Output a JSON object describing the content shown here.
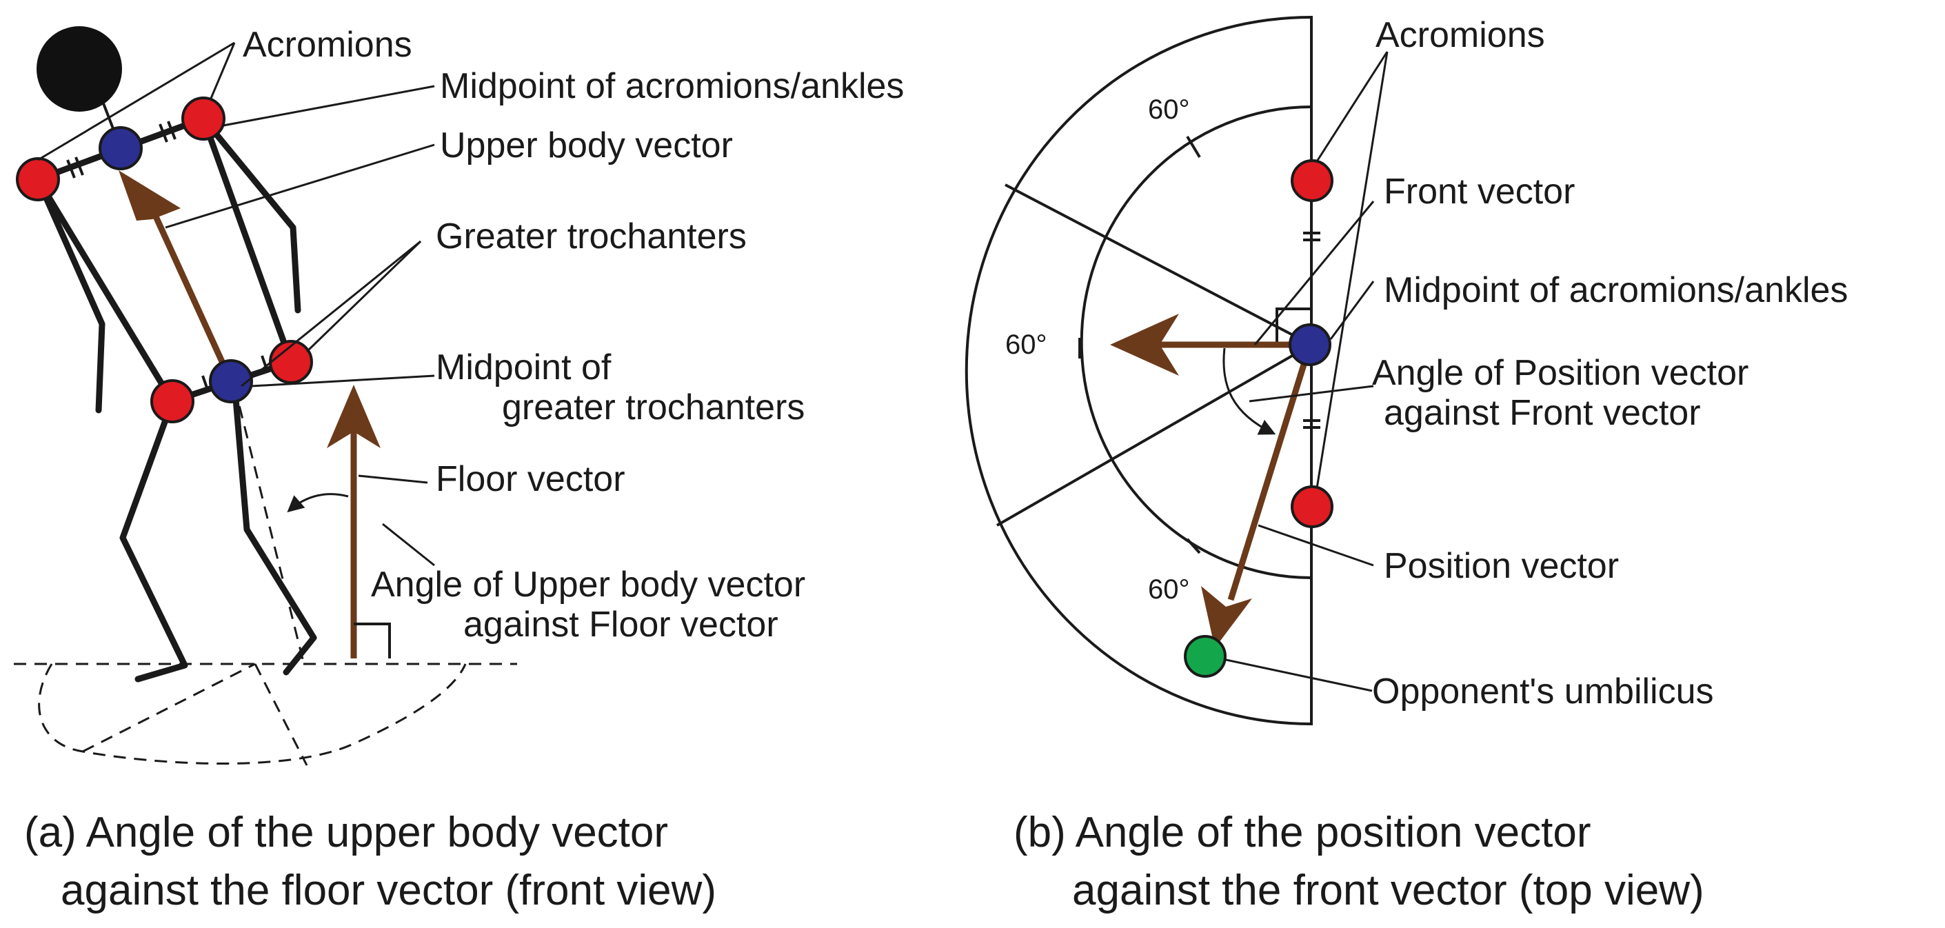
{
  "panel_a": {
    "labels": {
      "acromions": "Acromions",
      "midpoint_acromions_ankles": "Midpoint of acromions/ankles",
      "upper_body_vector": "Upper body vector",
      "greater_trochanters": "Greater trochanters",
      "midpoint_trochanters_line1": "Midpoint of",
      "midpoint_trochanters_line2": "greater trochanters",
      "floor_vector": "Floor vector",
      "angle_line1": "Angle of Upper body vector",
      "angle_line2": "against Floor vector"
    },
    "caption_line1": "(a) Angle of the upper body vector",
    "caption_line2": "against the floor vector (front view)"
  },
  "panel_b": {
    "labels": {
      "acromions": "Acromions",
      "front_vector": "Front vector",
      "midpoint_acromions_ankles": "Midpoint of acromions/ankles",
      "angle_line1": "Angle of Position vector",
      "angle_line2": "against  Front vector",
      "position_vector": "Position vector",
      "opponent_umbilicus": "Opponent's umbilicus"
    },
    "degree_marks": [
      "60°",
      "60°",
      "60°"
    ],
    "caption_line1": "(b) Angle of the position vector",
    "caption_line2": "against the front vector (top view)"
  },
  "colors": {
    "marker_red": "#e01b22",
    "marker_blue": "#2b2f8f",
    "marker_green": "#14a64a",
    "vector_brown": "#6b3a1a",
    "line": "#1a1a1a"
  }
}
